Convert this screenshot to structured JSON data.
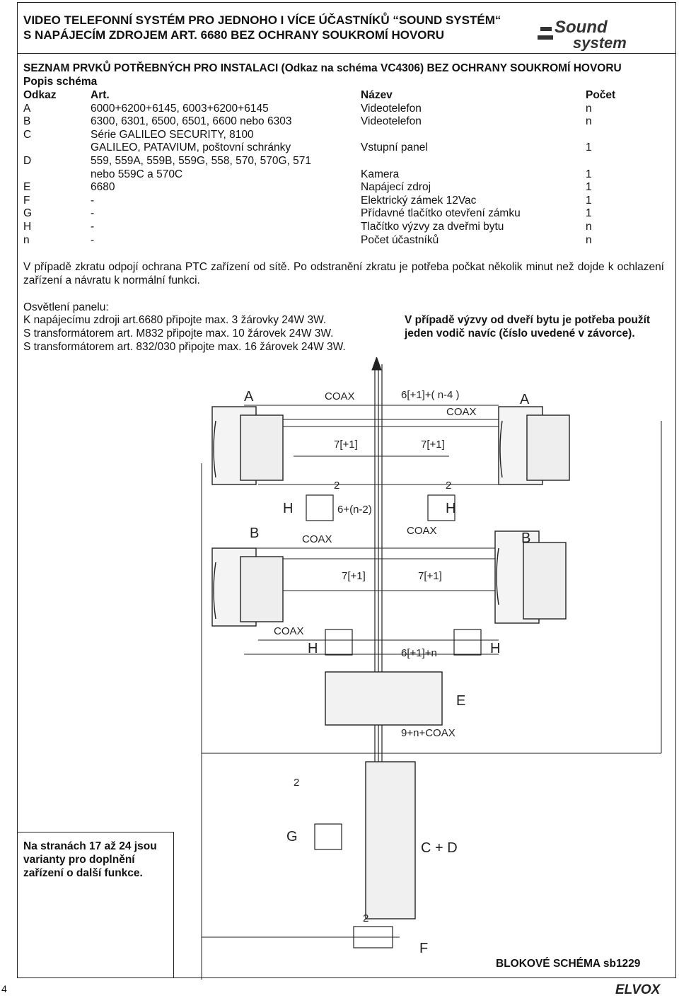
{
  "header": {
    "title_line1": "VIDEO TELEFONNÍ SYSTÉM PRO JEDNOHO I VÍCE ÚČASTNÍKŮ “SOUND SYSTÉM“",
    "title_line2": "S NAPÁJECÍM ZDROJEM ART. 6680 BEZ OCHRANY SOUKROMÍ HOVORU",
    "logo_top": "Sound",
    "logo_bottom": "system"
  },
  "section": {
    "title": "SEZNAM PRVKŮ POTŘEBNÝCH PRO INSTALACI (Odkaz na schéma VC4306) BEZ OCHRANY SOUKROMÍ HOVORU",
    "subtitle": "Popis schéma"
  },
  "table": {
    "headers": [
      "Odkaz",
      "Art.",
      "Název",
      "Počet"
    ],
    "rows": [
      [
        "A",
        "6000+6200+6145, 6003+6200+6145",
        "Videotelefon",
        "n"
      ],
      [
        "B",
        "6300, 6301, 6500, 6501, 6600 nebo 6303",
        "Videotelefon",
        "n"
      ],
      [
        "C",
        "Série GALILEO SECURITY, 8100",
        "",
        ""
      ],
      [
        "",
        "GALILEO, PATAVIUM, poštovní schránky",
        "Vstupní panel",
        "1"
      ],
      [
        "D",
        "559, 559A, 559B, 559G, 558, 570, 570G, 571",
        "",
        ""
      ],
      [
        "",
        "nebo 559C a 570C",
        "Kamera",
        "1"
      ],
      [
        "E",
        "6680",
        "Napájecí zdroj",
        "1"
      ],
      [
        "F",
        "-",
        "Elektrický zámek 12Vac",
        "1"
      ],
      [
        "G",
        "-",
        "Přídavné tlačítko otevření zámku",
        "1"
      ],
      [
        "H",
        "-",
        "Tlačítko výzvy za dveřmi bytu",
        "n"
      ],
      [
        "n",
        "-",
        "Počet účastníků",
        "n"
      ]
    ]
  },
  "notes": {
    "ptc": "V případě zkratu odpojí ochrana PTC zařízení od sítě. Po odstranění zkratu je potřeba počkat několik minut než dojde k ochlazení zařízení a návratu k normální funkci.",
    "lighting_title": "Osvětlení panelu:",
    "lighting_lines": [
      "K napájecímu zdroji art.6680 připojte max. 3 žárovky 24W 3W.",
      "S transformátorem art. M832 připojte max. 10 žárovek 24W 3W.",
      "S transformátorem art. 832/030 připojte max. 16 žárovek 24W 3W."
    ],
    "door_call": "V případě výzvy od dveří bytu je potřeba použít jeden vodič navíc (číslo uvedené v závorce).",
    "variants": "Na stranách 17 až 24 jsou varianty pro doplnění zařízení o další funkce."
  },
  "diagram": {
    "labels": {
      "A_left": "A",
      "A_right": "A",
      "B_left": "B",
      "B_right": "B",
      "H1": "H",
      "H2": "H",
      "H3": "H",
      "H4": "H",
      "E": "E",
      "G": "G",
      "F": "F",
      "CD": "C + D",
      "coax_top": "COAX",
      "bus_top": "6[+1]+( n-4 )",
      "coax_top_right": "COAX",
      "w7_left": "7[+1]",
      "w7_right": "7[+1]",
      "w2_left": "2",
      "w2_right": "2",
      "mid_bus": "6+(n-2)",
      "coax_b_left": "COAX",
      "coax_b_right": "COAX",
      "w7_b_left": "7[+1]",
      "w7_b_right": "7[+1]",
      "coax_low": "COAX",
      "bus_low": "6[+1]+n",
      "bus_panel": "9+n+COAX",
      "w2_g": "2",
      "w2_f": "2"
    }
  },
  "footer": {
    "schema": "BLOKOVÉ SCHÉMA sb1229",
    "page": "4",
    "brand": "ELVOX"
  }
}
